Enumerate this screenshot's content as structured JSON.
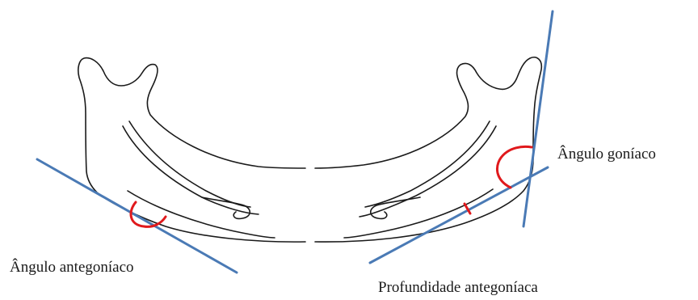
{
  "labels": {
    "gonial_angle": "Ângulo goníaco",
    "antegonial_angle": "Ângulo antegoníaco",
    "antegonial_depth": "Profundidade antegoníaca"
  },
  "colors": {
    "outline": "#1a1a1a",
    "reference_line": "#4a7ab5",
    "angle_arc": "#e0191c",
    "background": "#ffffff"
  }
}
